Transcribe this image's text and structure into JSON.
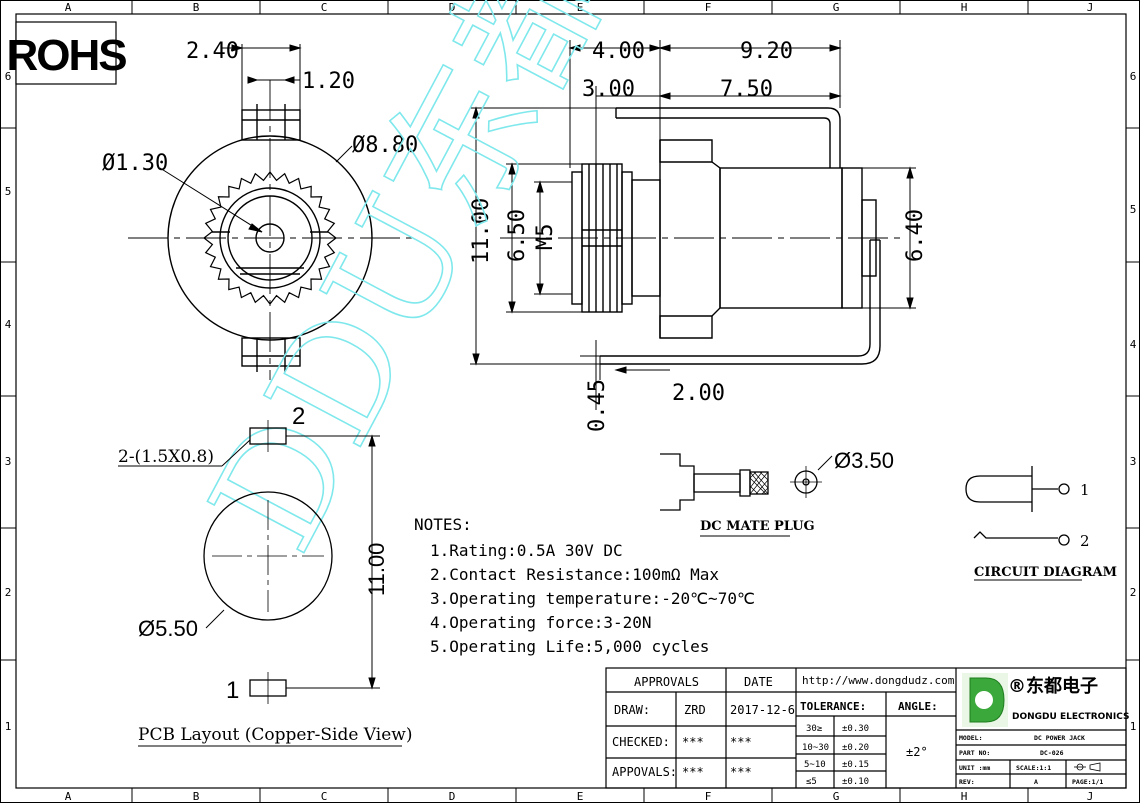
{
  "frame": {
    "columns": [
      "A",
      "B",
      "C",
      "D",
      "E",
      "F",
      "G",
      "H",
      "J"
    ],
    "rows": [
      "6",
      "5",
      "4",
      "3",
      "2",
      "1"
    ]
  },
  "badge": {
    "text": "ROHS"
  },
  "watermark": {
    "text": "DDU东都",
    "color": "#7fe8ec"
  },
  "front_view": {
    "dim_top": "2.40",
    "dim_slot": "1.20",
    "dim_outer": "Ø8.80",
    "dim_pin": "Ø1.30"
  },
  "side_view": {
    "dim_4": "4.00",
    "dim_9": "9.20",
    "dim_3": "3.00",
    "dim_7": "7.50",
    "dim_11": "11.00",
    "dim_65": "6.50",
    "dim_m5": "M5",
    "dim_64": "6.40",
    "dim_045": "0.45",
    "dim_2": "2.00"
  },
  "pcb_layout": {
    "pad_label": "2-(1.5X0.8)",
    "pin2": "2",
    "pin1": "1",
    "dim_11": "11.00",
    "dim_hole": "Ø5.50",
    "caption": "PCB Layout (Copper-Side View)"
  },
  "mate_plug": {
    "dim": "Ø3.50",
    "caption": "DC MATE PLUG"
  },
  "circuit": {
    "pin1": "1",
    "pin2": "2",
    "caption": "CIRCUIT DIAGRAM"
  },
  "notes": {
    "title": "NOTES:",
    "items": [
      "1.Rating:0.5A 30V DC",
      "2.Contact Resistance:100mΩ Max",
      "3.Operating temperature:-20℃~70℃",
      "4.Operating force:3-20N",
      "5.Operating Life:5,000 cycles"
    ]
  },
  "title_block": {
    "approvals": "APPROVALS",
    "date": "DATE",
    "draw_label": "DRAW:",
    "draw_name": "ZRD",
    "draw_date": "2017-12-6",
    "checked_label": "CHECKED:",
    "checked_name": "***",
    "checked_date": "***",
    "appvals_label": "APPOVALS:",
    "appvals_name": "***",
    "appvals_date": "***",
    "url": "http://www.dongdudz.com",
    "tolerance": "TOLERANCE:",
    "angle": "ANGLE:",
    "angle_value": "±2°",
    "tol_rows": [
      {
        "range": "30≥",
        "value": "±0.30"
      },
      {
        "range": "10~30",
        "value": "±0.20"
      },
      {
        "range": "5~10",
        "value": "±0.15"
      },
      {
        "range": "≤5",
        "value": "±0.10"
      }
    ],
    "company_cn": "®东都电子",
    "company_en": "DONGDU ELECTRONICS",
    "model_label": "MODEL:",
    "model_value": "DC POWER JACK",
    "part_label": "PART NO:",
    "part_value": "DC-026",
    "unit_label": "UNIT :mm",
    "scale_label": "SCALE:1:1",
    "rev_label": "REV:",
    "rev_value": "A",
    "page_label": "PAGE:1/1",
    "logo_color": "#3aa83a"
  }
}
